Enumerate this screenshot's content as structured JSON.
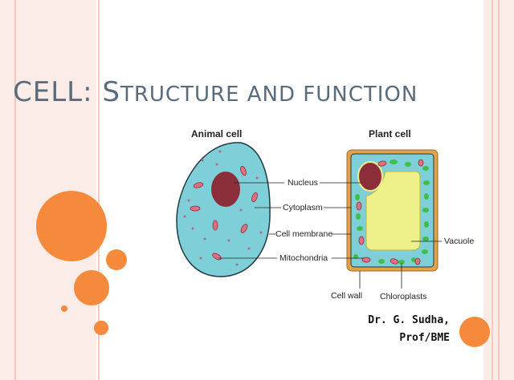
{
  "slide": {
    "title_main": "CELL: S",
    "title_rest_sc": "TRUCTURE AND FUNCTION",
    "title_full": "CELL: STRUCTURE AND FUNCTION"
  },
  "diagram": {
    "animal_heading": "Animal cell",
    "plant_heading": "Plant cell",
    "labels": {
      "nucleus": "Nucleus",
      "cytoplasm": "Cytoplasm",
      "cell_membrane": "Cell membrane",
      "mitochondria": "Mitochondria",
      "vacuole": "Vacuole",
      "cell_wall": "Cell wall",
      "chloroplasts": "Chloroplasts"
    }
  },
  "author": {
    "line1": "Dr. G. Sudha,",
    "line2": "Prof/BME"
  },
  "colors": {
    "accent_orange": "#f58a3c",
    "band_pink": "#fbece8",
    "title_gray": "#5a6b7a",
    "cytoplasm_blue": "#7fcfd9",
    "nucleus_red": "#8b2e3a",
    "vacuole_yellow": "#eef08a",
    "cell_wall_orange": "#e3a24a",
    "chloroplast_green": "#3fbf4a"
  }
}
